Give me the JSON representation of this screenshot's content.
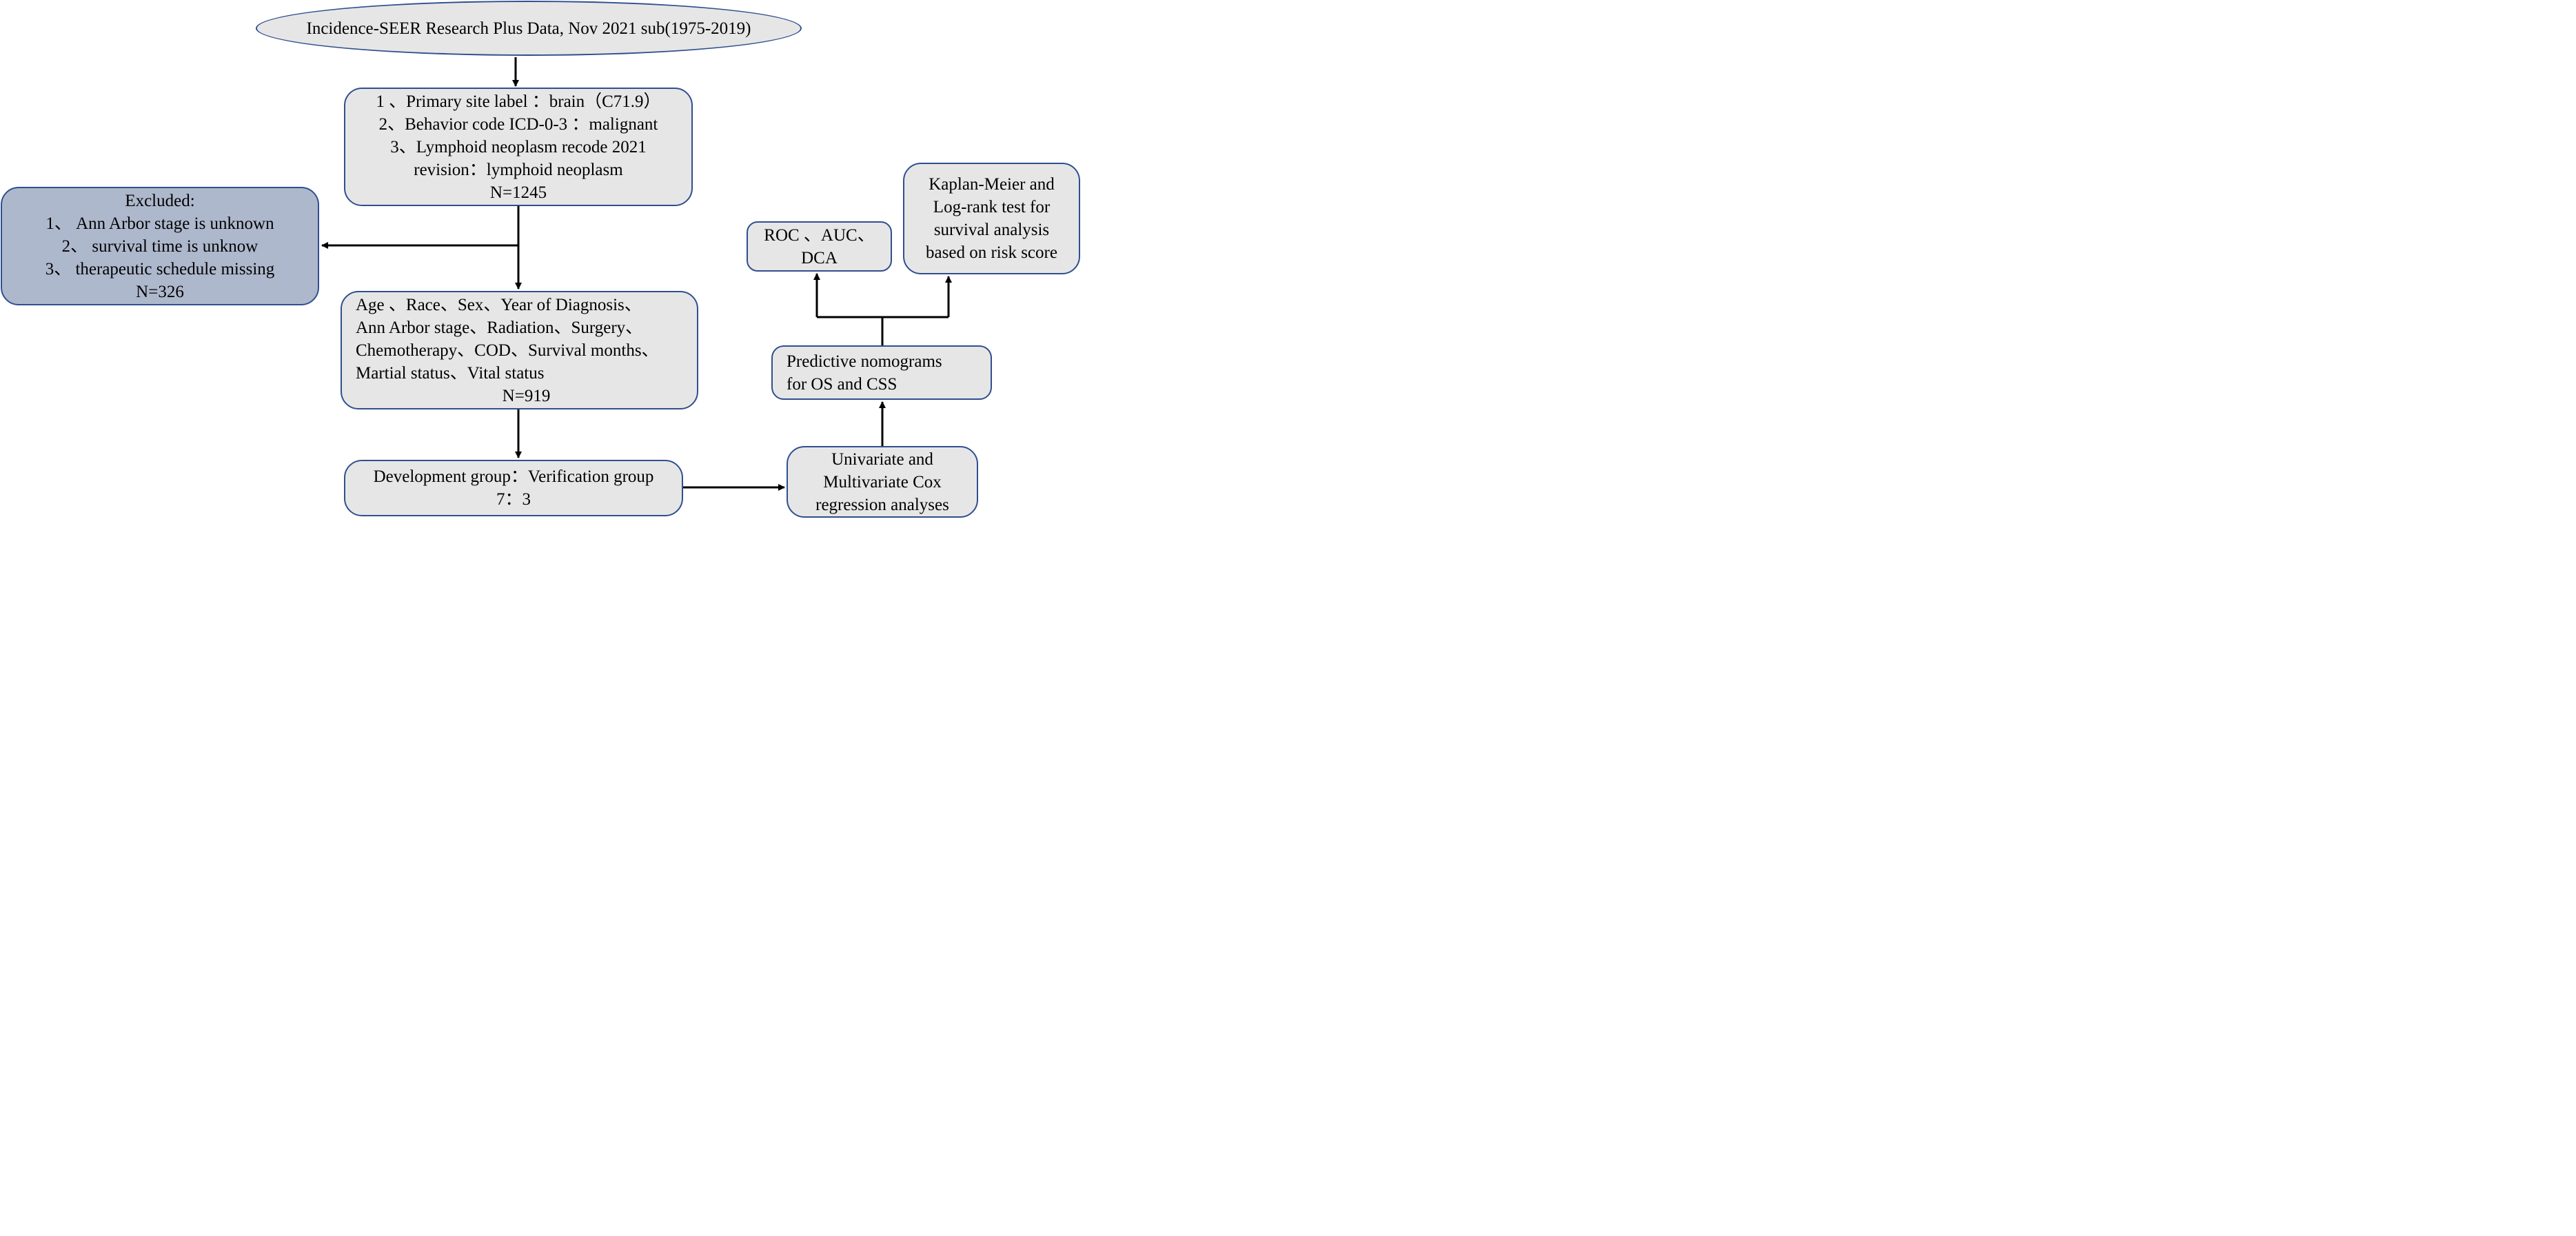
{
  "source": {
    "label": "Incidence-SEER Research Plus Data, Nov 2021 sub(1975-2019)"
  },
  "inclusion": {
    "lines": [
      "1 、Primary site label ：brain（C71.9）",
      "2、Behavior code ICD-0-3 ：malignant",
      "3、Lymphoid neoplasm recode 2021",
      "revision：lymphoid neoplasm",
      "N=1245"
    ]
  },
  "excluded": {
    "lines": [
      "Excluded:",
      "1、 Ann Arbor stage is unknown",
      "2、 survival time is unknow",
      "3、 therapeutic schedule missing",
      "N=326"
    ]
  },
  "variables": {
    "lines": [
      "Age 、Race、Sex、Year of Diagnosis、",
      "Ann Arbor stage、Radiation、Surgery、",
      "Chemotherapy、COD、Survival months、",
      "Martial status、Vital status",
      "N=919"
    ]
  },
  "split": {
    "lines": [
      "Development group：Verification group",
      "7：3"
    ]
  },
  "cox": {
    "lines": [
      "Univariate and",
      "Multivariate Cox",
      "regression analyses"
    ]
  },
  "nomogram": {
    "lines": [
      "Predictive nomograms",
      "for OS and CSS"
    ]
  },
  "roc": {
    "lines": [
      "ROC 、AUC、",
      "DCA"
    ]
  },
  "km": {
    "lines": [
      "Kaplan-Meier and",
      "Log-rank test for",
      "survival analysis",
      "based on risk score"
    ]
  },
  "colors": {
    "box_fill": "#e7e6e6",
    "excluded_fill": "#aeb8cc",
    "box_border": "#2f4f8f",
    "arrow": "#000000"
  }
}
